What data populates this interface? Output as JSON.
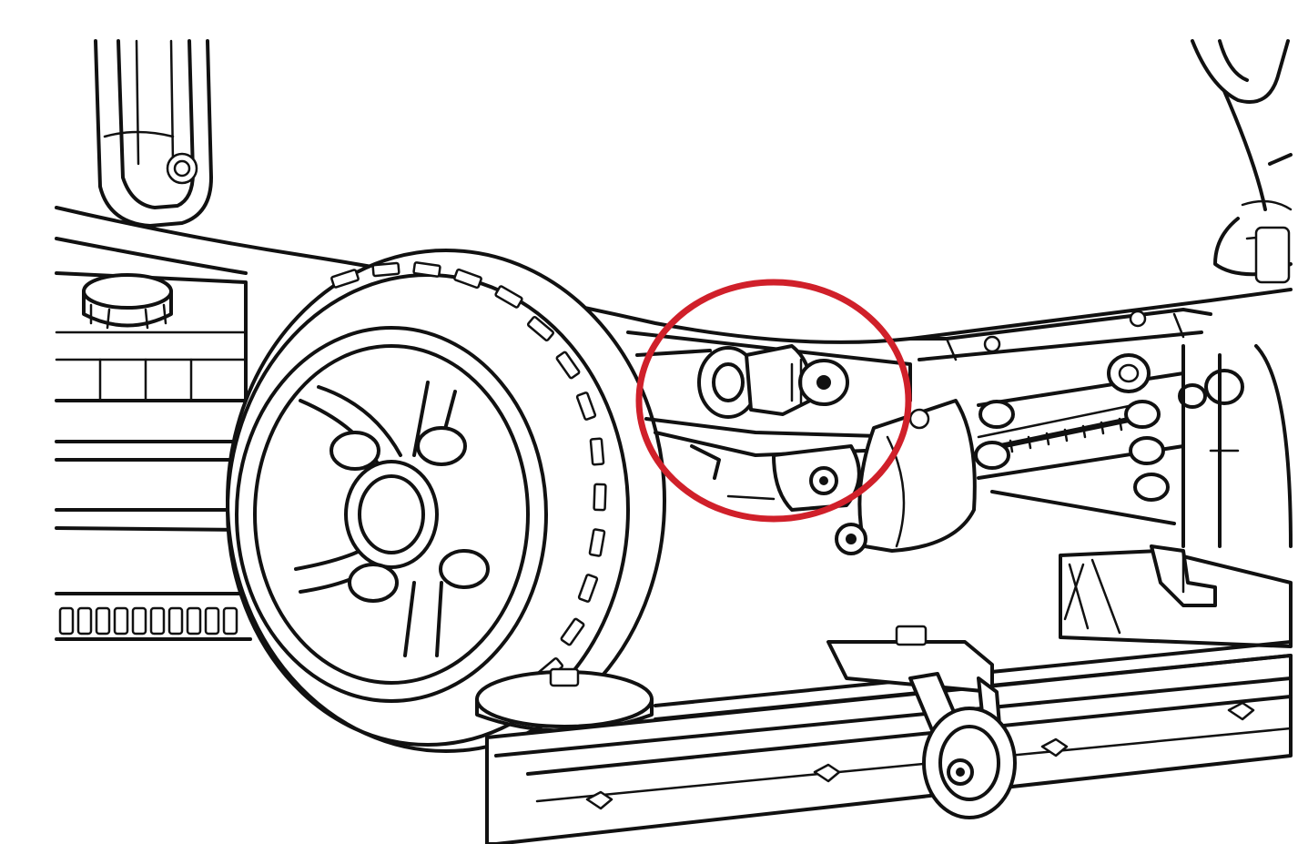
{
  "diagram": {
    "background": "#ffffff",
    "line_color": "#111111",
    "highlight": {
      "shape": "circle",
      "color": "#d0202a",
      "target": "wheel-hub-axle-bolt-assembly"
    },
    "components": [
      "handle-bar",
      "machine-body",
      "rear-drive-wheel",
      "wheel-hub",
      "axle-bearing-assembly",
      "drive-shaft",
      "squeegee-assembly",
      "squeegee-caster-wheel",
      "squeegee-wing-nut",
      "support-pad"
    ]
  }
}
